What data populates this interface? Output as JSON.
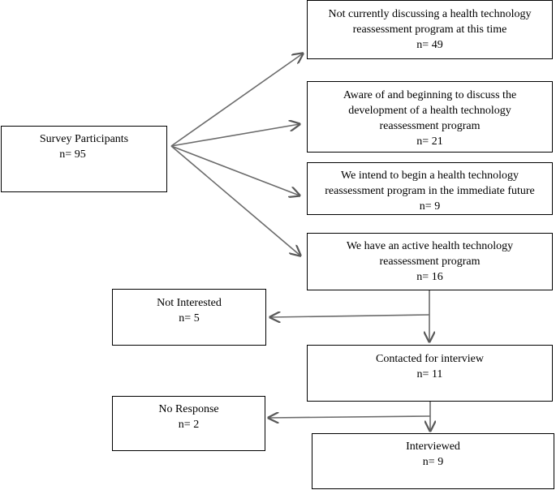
{
  "diagram": {
    "participants": {
      "lines": [
        "Survey Participants",
        "n= 95"
      ]
    },
    "not_discussing": {
      "lines": [
        "Not currently discussing a health technology",
        "reassessment program at this time",
        "n= 49"
      ]
    },
    "aware": {
      "lines": [
        "Aware of and beginning to discuss the",
        "development of a health technology",
        "reassessment program",
        "n= 21"
      ]
    },
    "intend": {
      "lines": [
        "We intend to begin a health technology",
        "reassessment program in the immediate future",
        "n= 9"
      ]
    },
    "active": {
      "lines": [
        "We have an active health technology",
        "reassessment program",
        "n= 16"
      ]
    },
    "not_interested": {
      "lines": [
        "Not Interested",
        "n= 5"
      ]
    },
    "contacted": {
      "lines": [
        "Contacted for interview",
        "n= 11"
      ]
    },
    "no_response": {
      "lines": [
        "No Response",
        "n= 2"
      ]
    },
    "interviewed": {
      "lines": [
        "Interviewed",
        "n= 9"
      ]
    }
  }
}
